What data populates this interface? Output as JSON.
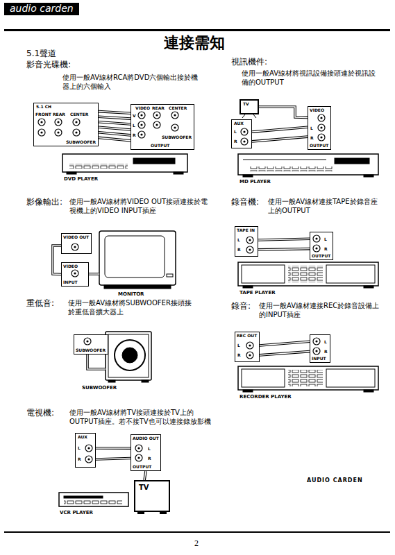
{
  "diagram": {
    "title": "連接需知",
    "nodes": [
      {
        "text": [
          "5.1 CH",
          "FRONT",
          "REAR",
          "CENTER",
          "SUBWOOFER"
        ]
      },
      {
        "text": [
          "VIDEO",
          "V",
          "L",
          "R",
          "REAR",
          "CENTER",
          "SUBWOOFER",
          "OUTPUT"
        ]
      },
      {
        "text": [
          "TV"
        ]
      },
      {
        "text": [
          "AUX",
          "L",
          "R"
        ]
      },
      {
        "text": [
          "VIDEO",
          "L",
          "R",
          "OUTPUT"
        ]
      },
      {
        "text": [
          "VIDEO OUT"
        ]
      },
      {
        "text": [
          "VIDEO",
          "INPUT"
        ]
      },
      {
        "text": [
          "TAPE IN",
          "L",
          "R"
        ]
      },
      {
        "text": [
          "L",
          "R",
          "OUTPUT"
        ]
      },
      {
        "text": [
          "SUBWOOFER"
        ]
      },
      {
        "text": [
          "REC OUT",
          "L",
          "R"
        ]
      },
      {
        "text": [
          "L",
          "R",
          "INPUT"
        ]
      },
      {
        "text": [
          "AUX",
          "L",
          "R"
        ]
      },
      {
        "text": [
          "AUDIO OUT",
          "L",
          "R",
          "OUTPUT"
        ]
      },
      {
        "text": [
          "TV"
        ]
      }
    ],
    "edges": [
      {
        "from": 0,
        "to": 1,
        "arrow": "none"
      },
      {
        "from": 0,
        "to": 1,
        "arrow": "none"
      },
      {
        "from": 0,
        "to": 1,
        "arrow": "none"
      },
      {
        "from": 0,
        "to": 1,
        "arrow": "none"
      },
      {
        "from": 0,
        "to": 1,
        "arrow": "none"
      },
      {
        "from": 0,
        "to": 1,
        "arrow": "none"
      },
      {
        "from": 2,
        "to": 4,
        "arrow": "none"
      },
      {
        "from": 3,
        "to": 4,
        "arrow": "none"
      },
      {
        "from": 3,
        "to": 4,
        "arrow": "none"
      },
      {
        "from": 5,
        "to": 6,
        "arrow": "none"
      },
      {
        "from": 7,
        "to": 8,
        "arrow": "none"
      },
      {
        "from": 7,
        "to": 8,
        "arrow": "none"
      },
      {
        "from": 10,
        "to": 11,
        "arrow": "none"
      },
      {
        "from": 10,
        "to": 11,
        "arrow": "none"
      },
      {
        "from": 12,
        "to": 13,
        "arrow": "none"
      },
      {
        "from": 12,
        "to": 13,
        "arrow": "none"
      },
      {
        "from": 13,
        "to": 14,
        "arrow": "none"
      }
    ],
    "labels": [
      "audio carden",
      "5.1聲道",
      "影音光碟機:",
      "使用一般AV線材RCA將DVD六個輸出接於機器上的六個輸入",
      "DVD PLAYER",
      "視訊機件:",
      "使用一般AV線材將視訊設備接頭連於視訊設備的OUTPUT",
      "MD PLAYER",
      "影像輸出:",
      "使用一般AV線材將VIDEO OUT接頭連接於電視機上的VIDEO INPUT插座",
      "MONITOR",
      "錄音機:",
      "使用一般AV線材連接TAPE於錄音座上的OUTPUT",
      "TAPE PLAYER",
      "重低音:",
      "使用一般AV線材將SUBWOOFER接頭接於重低音擴大器上",
      "SUBWOOFER",
      "錄音:",
      "使用一般AV線材連接REC於錄音設備上的INPUT插座",
      "RECORDER PLAYER",
      "電視機:",
      "使用一般AV線材將TV接頭連接於TV上的OUTPUT插座。若不接TV也可以連接錄放影機",
      "VCR PLAYER",
      "AUDIO CARDEN",
      "2"
    ]
  }
}
